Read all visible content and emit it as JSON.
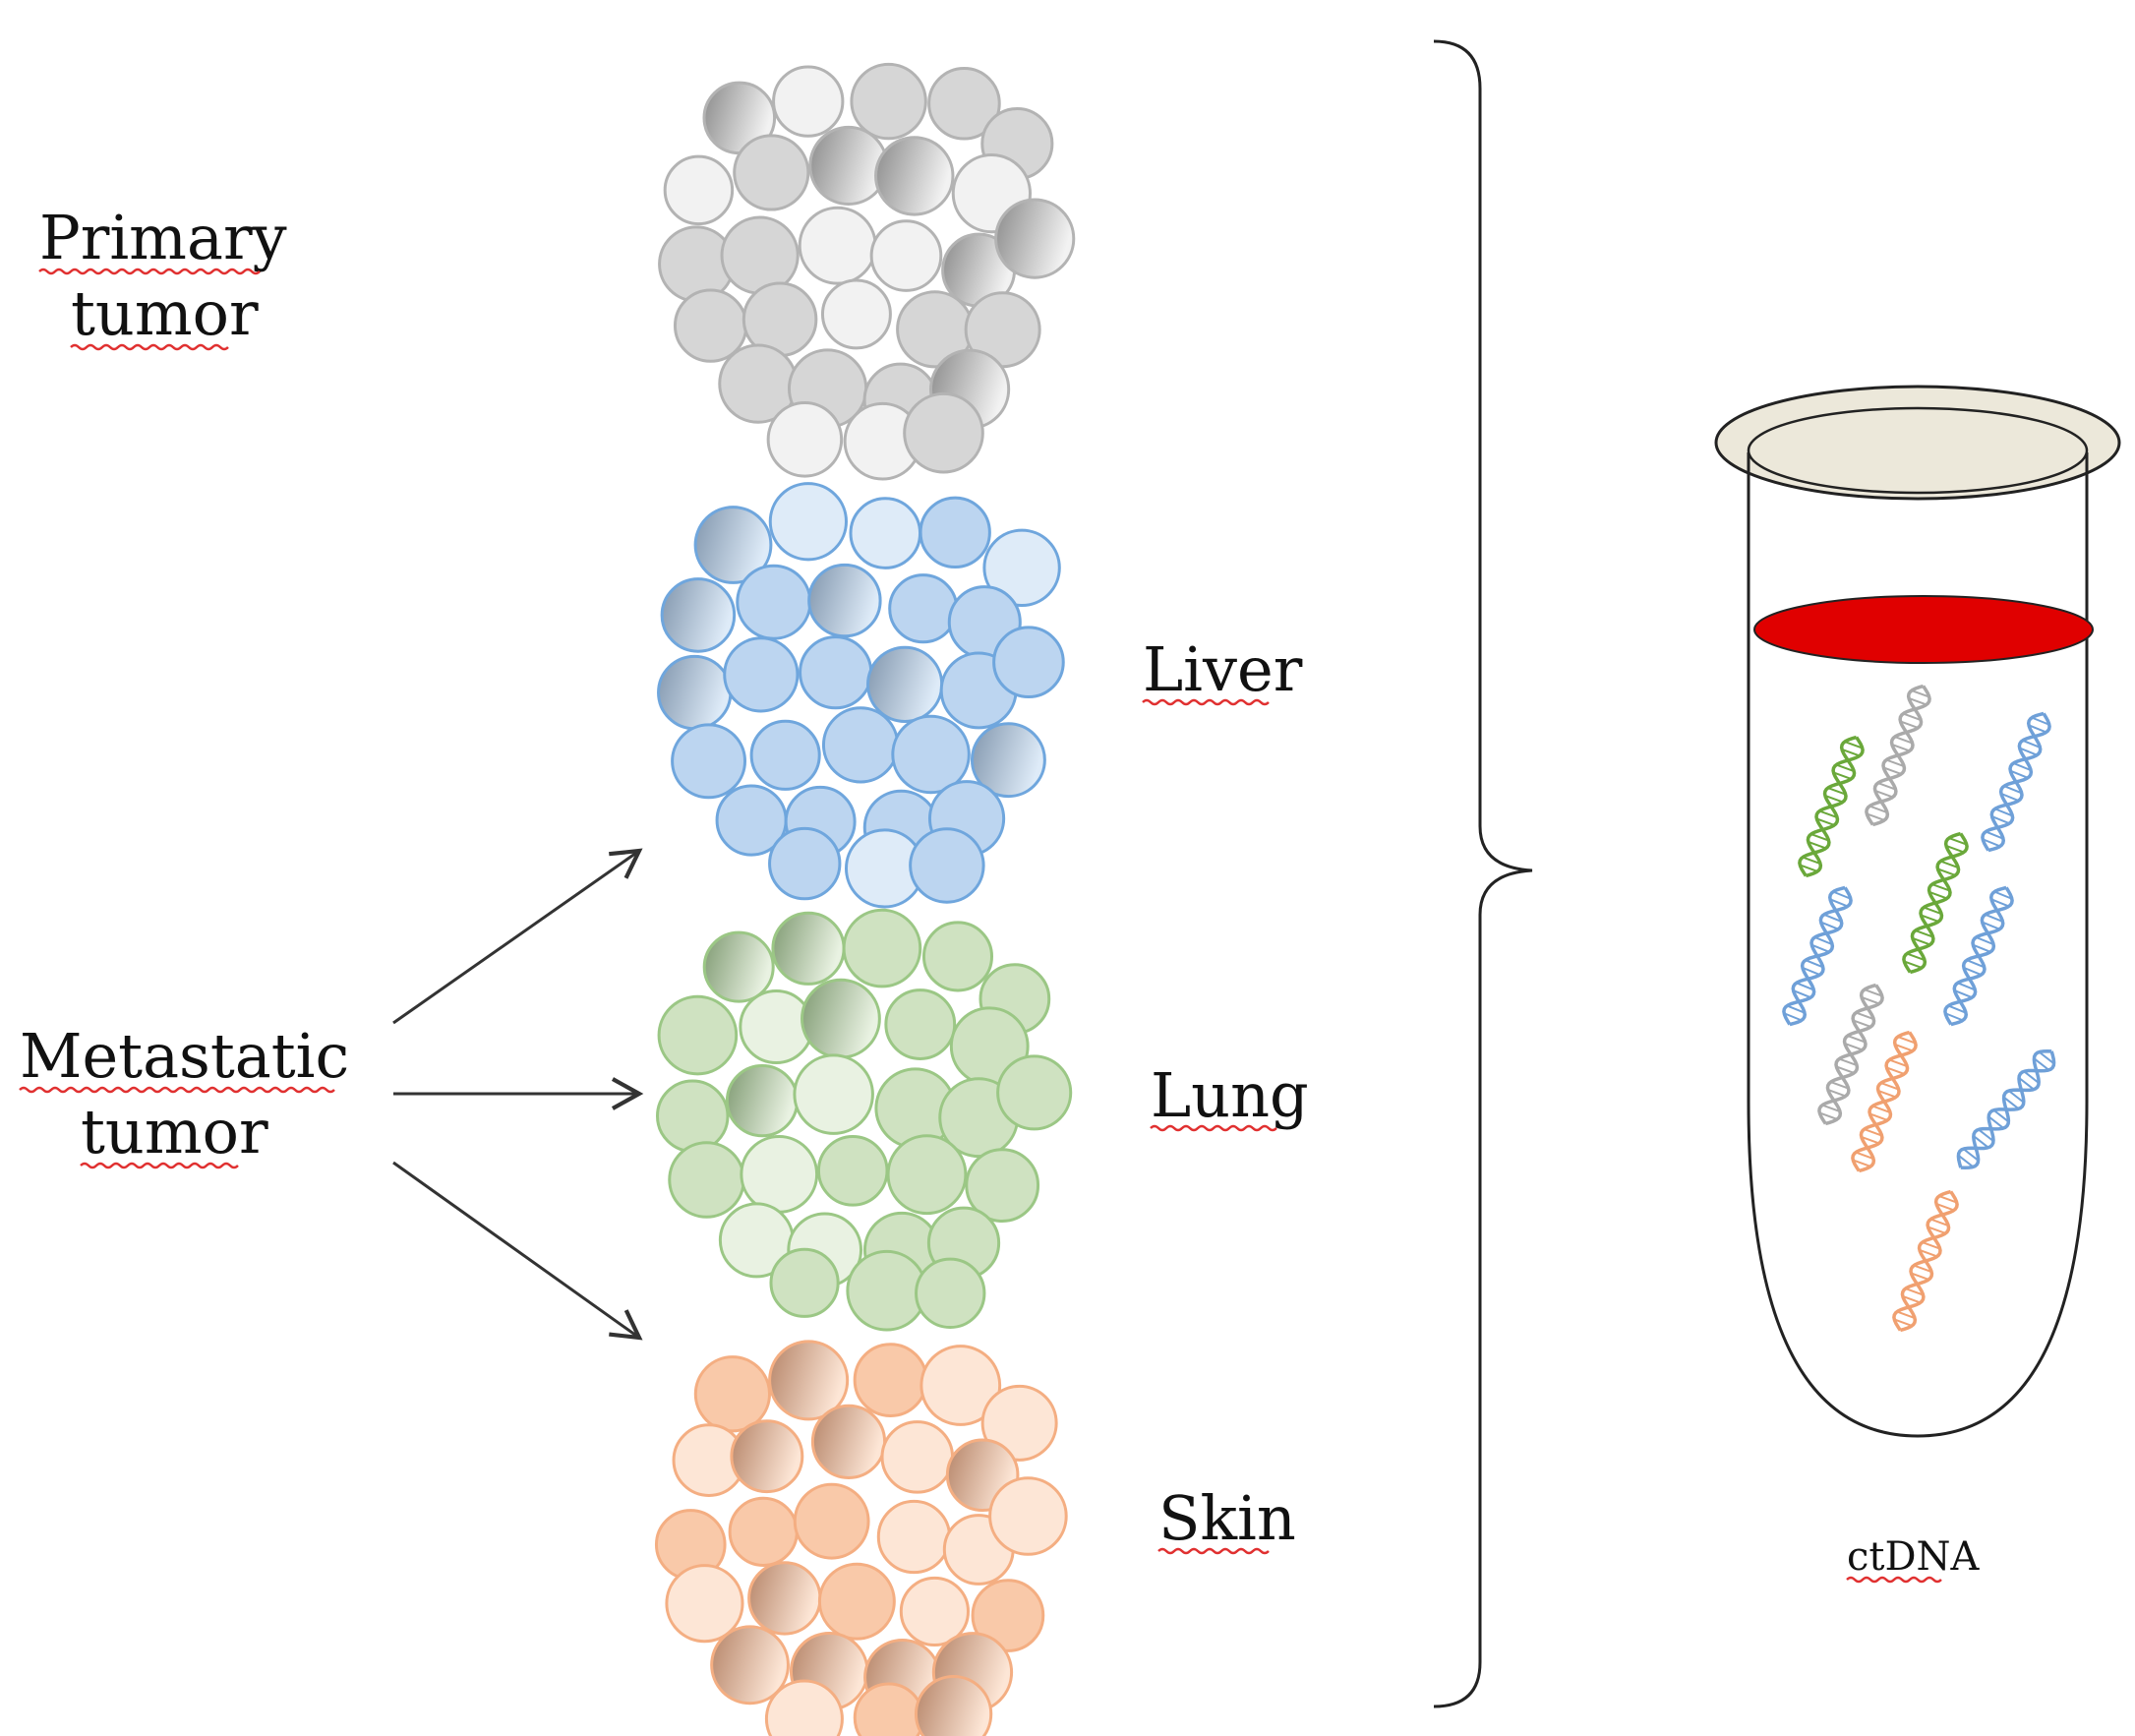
{
  "labels": {
    "primary_line1": "Primary",
    "primary_line2": "tumor",
    "metastatic_line1": "Metastatic",
    "metastatic_line2": "tumor",
    "liver": "Liver",
    "lung": "Lung",
    "skin": "Skin",
    "ctdna": "ctDNA"
  },
  "clusters": [
    {
      "id": "primary",
      "base": "#d6d6d6",
      "stroke": "#b3b3b3",
      "light": "#f2f2f2",
      "dark": "#8a8a8a"
    },
    {
      "id": "liver",
      "base": "#bcd5f0",
      "stroke": "#6fa6dd",
      "light": "#deebf8",
      "dark": "#8196ad"
    },
    {
      "id": "lung",
      "base": "#cfe2c1",
      "stroke": "#9bc785",
      "light": "#e9f2e2",
      "dark": "#7f9a72"
    },
    {
      "id": "skin",
      "base": "#f9c9a9",
      "stroke": "#f4ae82",
      "light": "#fde6d6",
      "dark": "#b58468"
    }
  ],
  "colors": {
    "blood_layer": "#e00000",
    "tube_cap": "#ece8da",
    "dna_green": "#6aa83a",
    "dna_gray": "#aaaaaa",
    "dna_blue": "#6fa0d8",
    "dna_orange": "#f0a070"
  },
  "icons": {
    "arrows": "arrow-right-icon",
    "bracket": "curly-brace-icon",
    "tube": "test-tube-icon",
    "dna": "dna-helix-icon"
  }
}
